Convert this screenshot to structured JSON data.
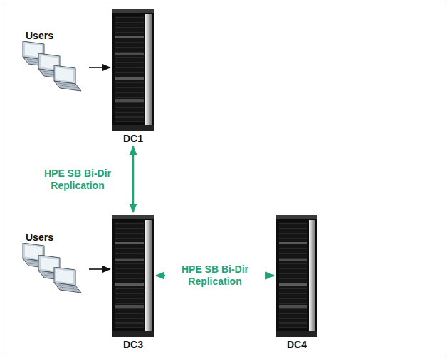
{
  "diagram": {
    "nodes": [
      {
        "text": [
          "Users"
        ]
      },
      {
        "text": [
          "DC1"
        ]
      },
      {
        "text": [
          "Users"
        ]
      },
      {
        "text": [
          "DC3"
        ]
      },
      {
        "text": [
          "DC4"
        ]
      }
    ],
    "edges": [
      {
        "from": 0,
        "to": 1,
        "arrow": "to"
      },
      {
        "from": 1,
        "to": 3,
        "arrow": "both",
        "label": "HPE SB Bi-Dir Replication"
      },
      {
        "from": 2,
        "to": 3,
        "arrow": "to"
      },
      {
        "from": 3,
        "to": 4,
        "arrow": "both",
        "label": "HPE SB Bi-Dir Replication"
      }
    ]
  }
}
